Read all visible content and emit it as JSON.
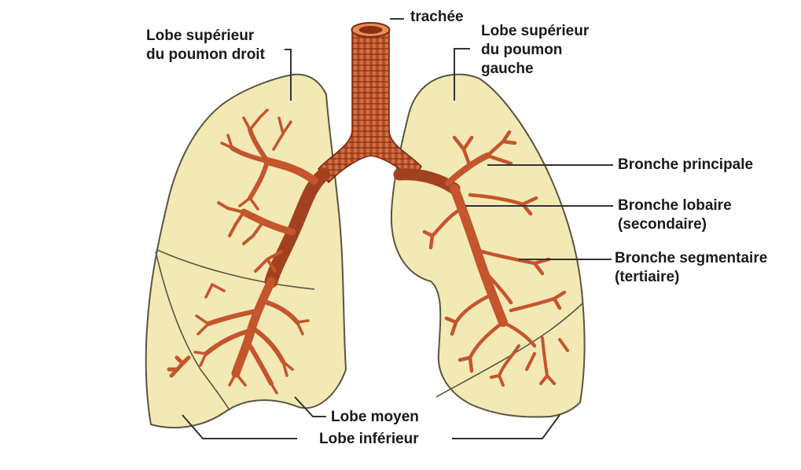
{
  "colors": {
    "lung_fill": "#f3e9b4",
    "lung_stroke": "#5a5440",
    "bronchus": "#c4552d",
    "bronchus_dark": "#7a2a12",
    "leader": "#333333"
  },
  "labels": {
    "trachea": "trachée",
    "right_upper_lobe": [
      "Lobe supérieur",
      "du poumon droit"
    ],
    "left_upper_lobe": [
      "Lobe supérieur",
      "du poumon",
      "gauche"
    ],
    "main_bronchus": "Bronche principale",
    "lobar_bronchus": [
      "Bronche lobaire",
      "(secondaire)"
    ],
    "segmental_bronchus": [
      "Bronche segmentaire",
      "(tertiaire)"
    ],
    "middle_lobe": "Lobe moyen",
    "lower_lobe": "Lobe inférieur"
  }
}
